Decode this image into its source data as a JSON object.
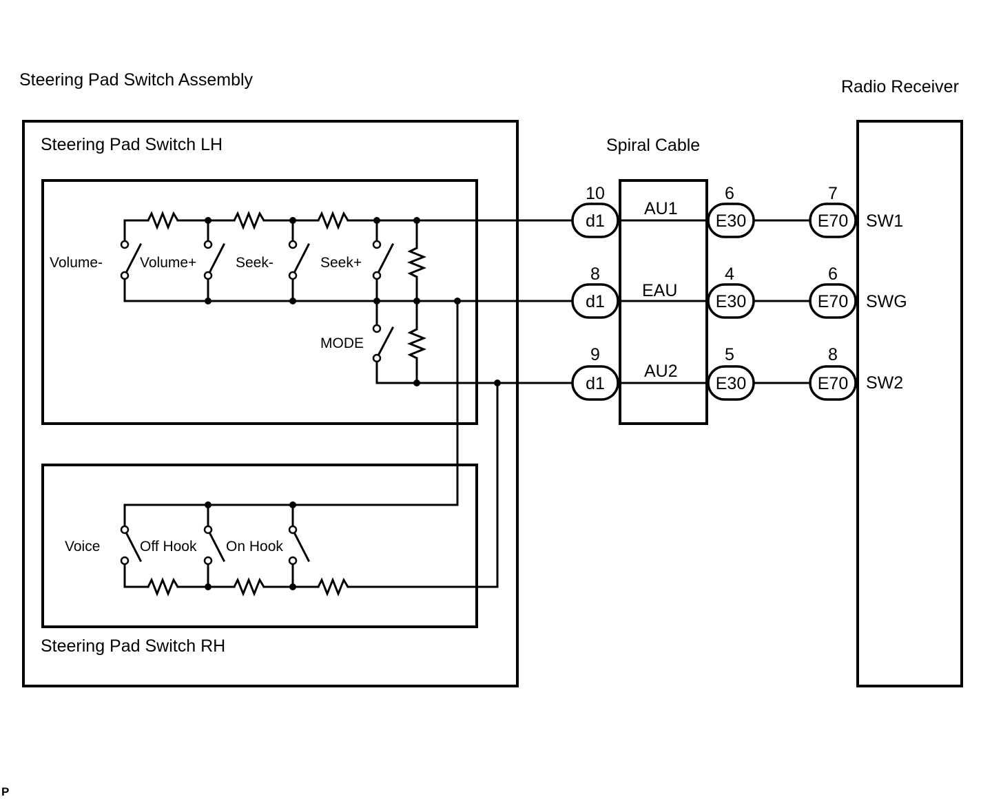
{
  "labels": {
    "assembly": "Steering Pad Switch Assembly",
    "lh": "Steering Pad Switch LH",
    "rh": "Steering Pad Switch RH",
    "spiral": "Spiral Cable",
    "radio": "Radio Receiver",
    "footer_code": "P"
  },
  "switches_lh": {
    "volume_minus": "Volume-",
    "volume_plus": "Volume+",
    "seek_minus": "Seek-",
    "seek_plus": "Seek+",
    "mode": "MODE"
  },
  "switches_rh": {
    "voice": "Voice",
    "off_hook": "Off Hook",
    "on_hook": "On Hook"
  },
  "spiral_signals": {
    "au1": "AU1",
    "eau": "EAU",
    "au2": "AU2"
  },
  "radio_terminals": {
    "sw1": "SW1",
    "swg": "SWG",
    "sw2": "SW2"
  },
  "connectors": [
    {
      "d1_pin": "10",
      "d1": "d1",
      "e30_pin": "6",
      "e30": "E30",
      "e70_pin": "7",
      "e70": "E70"
    },
    {
      "d1_pin": "8",
      "d1": "d1",
      "e30_pin": "4",
      "e30": "E30",
      "e70_pin": "6",
      "e70": "E70"
    },
    {
      "d1_pin": "9",
      "d1": "d1",
      "e30_pin": "5",
      "e30": "E30",
      "e70_pin": "8",
      "e70": "E70"
    }
  ]
}
